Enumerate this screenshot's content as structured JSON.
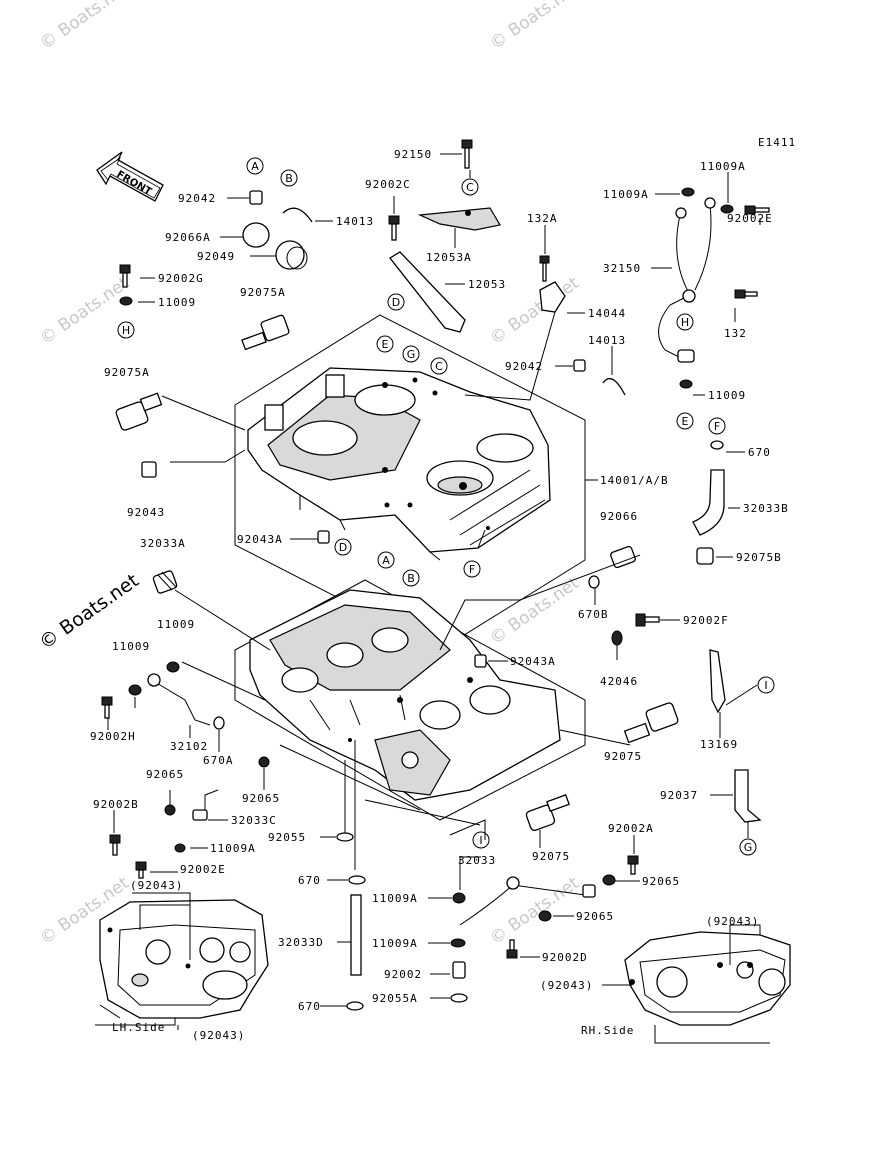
{
  "diagram_code": "E1411",
  "front_label": "FRONT",
  "watermark": "© Boats.net",
  "part_labels": {
    "p92150": "92150",
    "p11009A_top": "11009A",
    "p92042_top": "92042",
    "p92002C": "92002C",
    "p14013_top": "14013",
    "p11009A_left": "11009A",
    "p92002E_top": "92002E",
    "p92066A": "92066A",
    "p12053A": "12053A",
    "p132A": "132A",
    "p92049": "92049",
    "p12053": "12053",
    "p32150": "32150",
    "p92002G": "92002G",
    "p11009_left": "11009",
    "p14044": "14044",
    "p132": "132",
    "p92075A_top": "92075A",
    "p14013_mid": "14013",
    "p92042_mid": "92042",
    "p92075A_left": "92075A",
    "p11009_right": "11009",
    "p670_right": "670",
    "p14001": "14001/A/B",
    "p32033B": "32033B",
    "p92043": "92043",
    "p92066": "92066",
    "p32033A": "32033A",
    "p92043A_top": "92043A",
    "p92075B": "92075B",
    "p670B": "670B",
    "p92002F": "92002F",
    "p11009_a": "11009",
    "p11009_b": "11009",
    "p92043A_mid": "92043A",
    "p42046": "42046",
    "p92002H": "92002H",
    "p32102": "32102",
    "p670A": "670A",
    "p92075": "92075",
    "p13169": "13169",
    "p92065_a": "92065",
    "p92065_b": "92065",
    "p92037": "92037",
    "p92002B": "92002B",
    "p32033C": "32033C",
    "p92055": "92055",
    "p92075_low": "92075",
    "p92002A": "92002A",
    "p11009A_low": "11009A",
    "p32033": "32033",
    "p92002E_low": "92002E",
    "p92065_c": "92065",
    "p670_low": "670",
    "p11009A_b1": "11009A",
    "p92065_d": "92065",
    "p32033D": "32033D",
    "p11009A_b2": "11009A",
    "p92002D": "92002D",
    "p92002": "92002",
    "p670_bot": "670",
    "p92055A": "92055A",
    "lh_92043_a": "(92043)",
    "lh_92043_b": "(92043)",
    "rh_92043_a": "(92043)",
    "rh_92043_b": "(92043)",
    "lh_side": "LH.Side",
    "rh_side": "RH.Side"
  },
  "reference_bubbles": {
    "A_top": "A",
    "B_top": "B",
    "C_top": "C",
    "D_top": "D",
    "H_left": "H",
    "H_right": "H",
    "E_right": "E",
    "E_case": "E",
    "G_case": "G",
    "C_case": "C",
    "D_case": "D",
    "A_case": "A",
    "B_case": "B",
    "F_case": "F",
    "F_right": "F",
    "I_right": "I",
    "I_low": "I",
    "G_low": "G"
  }
}
